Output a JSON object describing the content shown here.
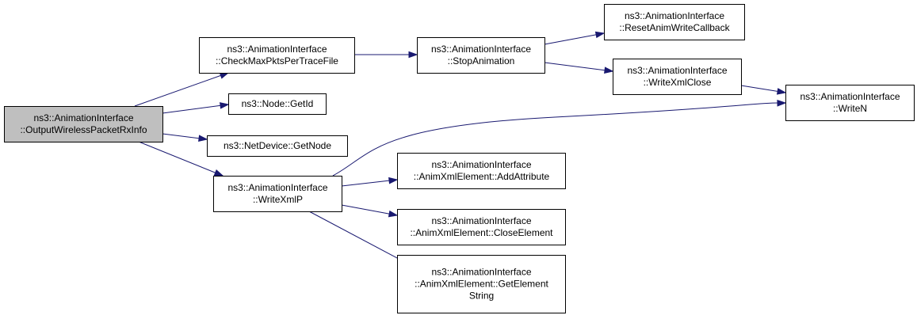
{
  "colors": {
    "edge": "#191970",
    "root_fill": "#bfbfbf",
    "node_fill": "#ffffff",
    "node_border": "#000000"
  },
  "nodes": [
    {
      "id": "output_wireless",
      "lines": [
        "ns3::AnimationInterface",
        "::OutputWirelessPacketRxInfo"
      ],
      "root": true
    },
    {
      "id": "check_max_pkts",
      "lines": [
        "ns3::AnimationInterface",
        "::CheckMaxPktsPerTraceFile"
      ]
    },
    {
      "id": "node_getid",
      "lines": [
        "ns3::Node::GetId"
      ]
    },
    {
      "id": "netdevice_getnode",
      "lines": [
        "ns3::NetDevice::GetNode"
      ]
    },
    {
      "id": "write_xml_p",
      "lines": [
        "ns3::AnimationInterface",
        "::WriteXmlP"
      ]
    },
    {
      "id": "stop_animation",
      "lines": [
        "ns3::AnimationInterface",
        "::StopAnimation"
      ]
    },
    {
      "id": "reset_anim_write_callback",
      "lines": [
        "ns3::AnimationInterface",
        "::ResetAnimWriteCallback"
      ]
    },
    {
      "id": "write_xml_close",
      "lines": [
        "ns3::AnimationInterface",
        "::WriteXmlClose"
      ]
    },
    {
      "id": "write_n",
      "lines": [
        "ns3::AnimationInterface",
        "::WriteN"
      ]
    },
    {
      "id": "add_attribute",
      "lines": [
        "ns3::AnimationInterface",
        "::AnimXmlElement::AddAttribute"
      ]
    },
    {
      "id": "close_element",
      "lines": [
        "ns3::AnimationInterface",
        "::AnimXmlElement::CloseElement"
      ]
    },
    {
      "id": "get_element_string",
      "lines": [
        "ns3::AnimationInterface",
        "::AnimXmlElement::GetElement",
        "String"
      ]
    }
  ],
  "edges": [
    {
      "from": "output_wireless",
      "to": "check_max_pkts"
    },
    {
      "from": "output_wireless",
      "to": "node_getid"
    },
    {
      "from": "output_wireless",
      "to": "netdevice_getnode"
    },
    {
      "from": "output_wireless",
      "to": "write_xml_p"
    },
    {
      "from": "check_max_pkts",
      "to": "stop_animation"
    },
    {
      "from": "stop_animation",
      "to": "reset_anim_write_callback"
    },
    {
      "from": "stop_animation",
      "to": "write_xml_close"
    },
    {
      "from": "write_xml_close",
      "to": "write_n"
    },
    {
      "from": "write_xml_p",
      "to": "write_n"
    },
    {
      "from": "write_xml_p",
      "to": "add_attribute"
    },
    {
      "from": "write_xml_p",
      "to": "close_element"
    },
    {
      "from": "write_xml_p",
      "to": "get_element_string"
    }
  ]
}
